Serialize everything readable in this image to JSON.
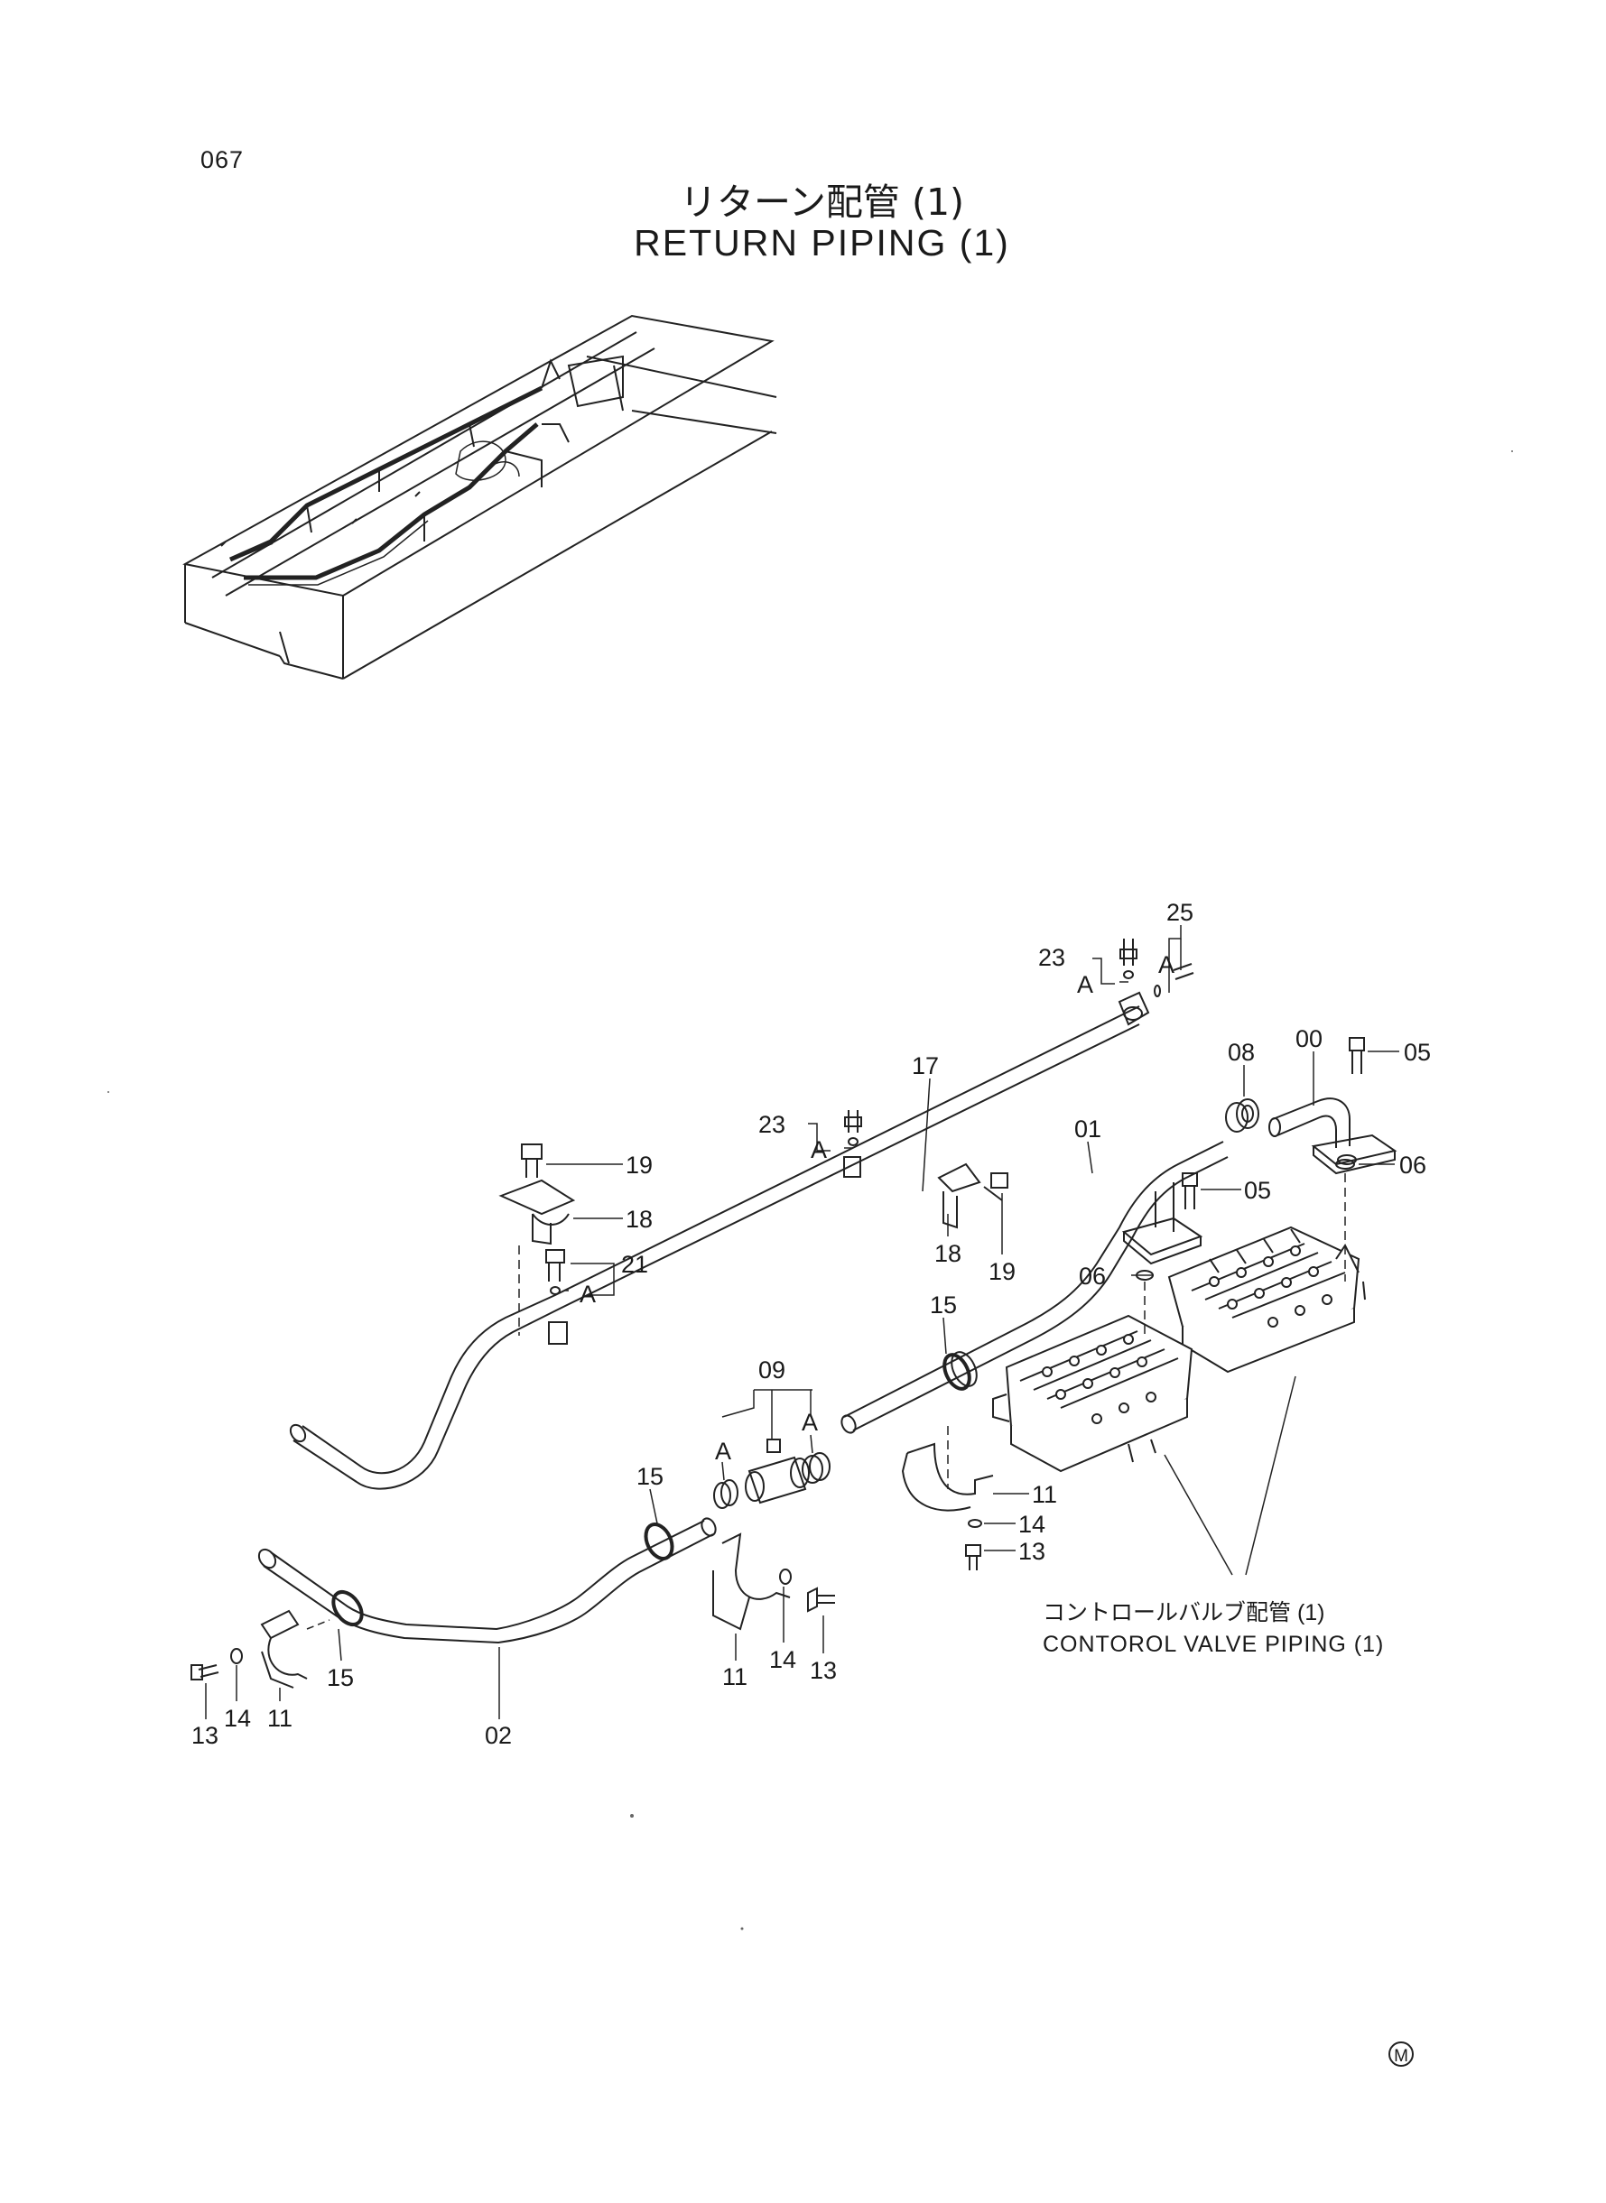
{
  "page": {
    "number": "067",
    "title_jp": "リターン配管 (1)",
    "title_en": "RETURN PIPING (1)",
    "mark": "M"
  },
  "reference": {
    "jp": "コントロールバルブ配管 (1)",
    "en": "CONTOROL VALVE PIPING (1)"
  },
  "sub_assembly_mark": "A",
  "callouts": {
    "c25": "25",
    "c23a": "23",
    "c00": "00",
    "c05a": "05",
    "c08": "08",
    "c17": "17",
    "c23b": "23",
    "c01": "01",
    "c06a": "06",
    "c19a": "19",
    "c18a": "18",
    "c05b": "05",
    "c18b": "18",
    "c19b": "19",
    "c21": "21",
    "c06b": "06",
    "c15a": "15",
    "c09": "09",
    "c15b": "15",
    "c11a": "11",
    "c14a": "14",
    "c13a": "13",
    "c15c": "15",
    "c14b": "14",
    "c13b": "13",
    "c11b": "11",
    "c02": "02",
    "c13c": "13",
    "c14c": "14",
    "c11c": "11"
  }
}
